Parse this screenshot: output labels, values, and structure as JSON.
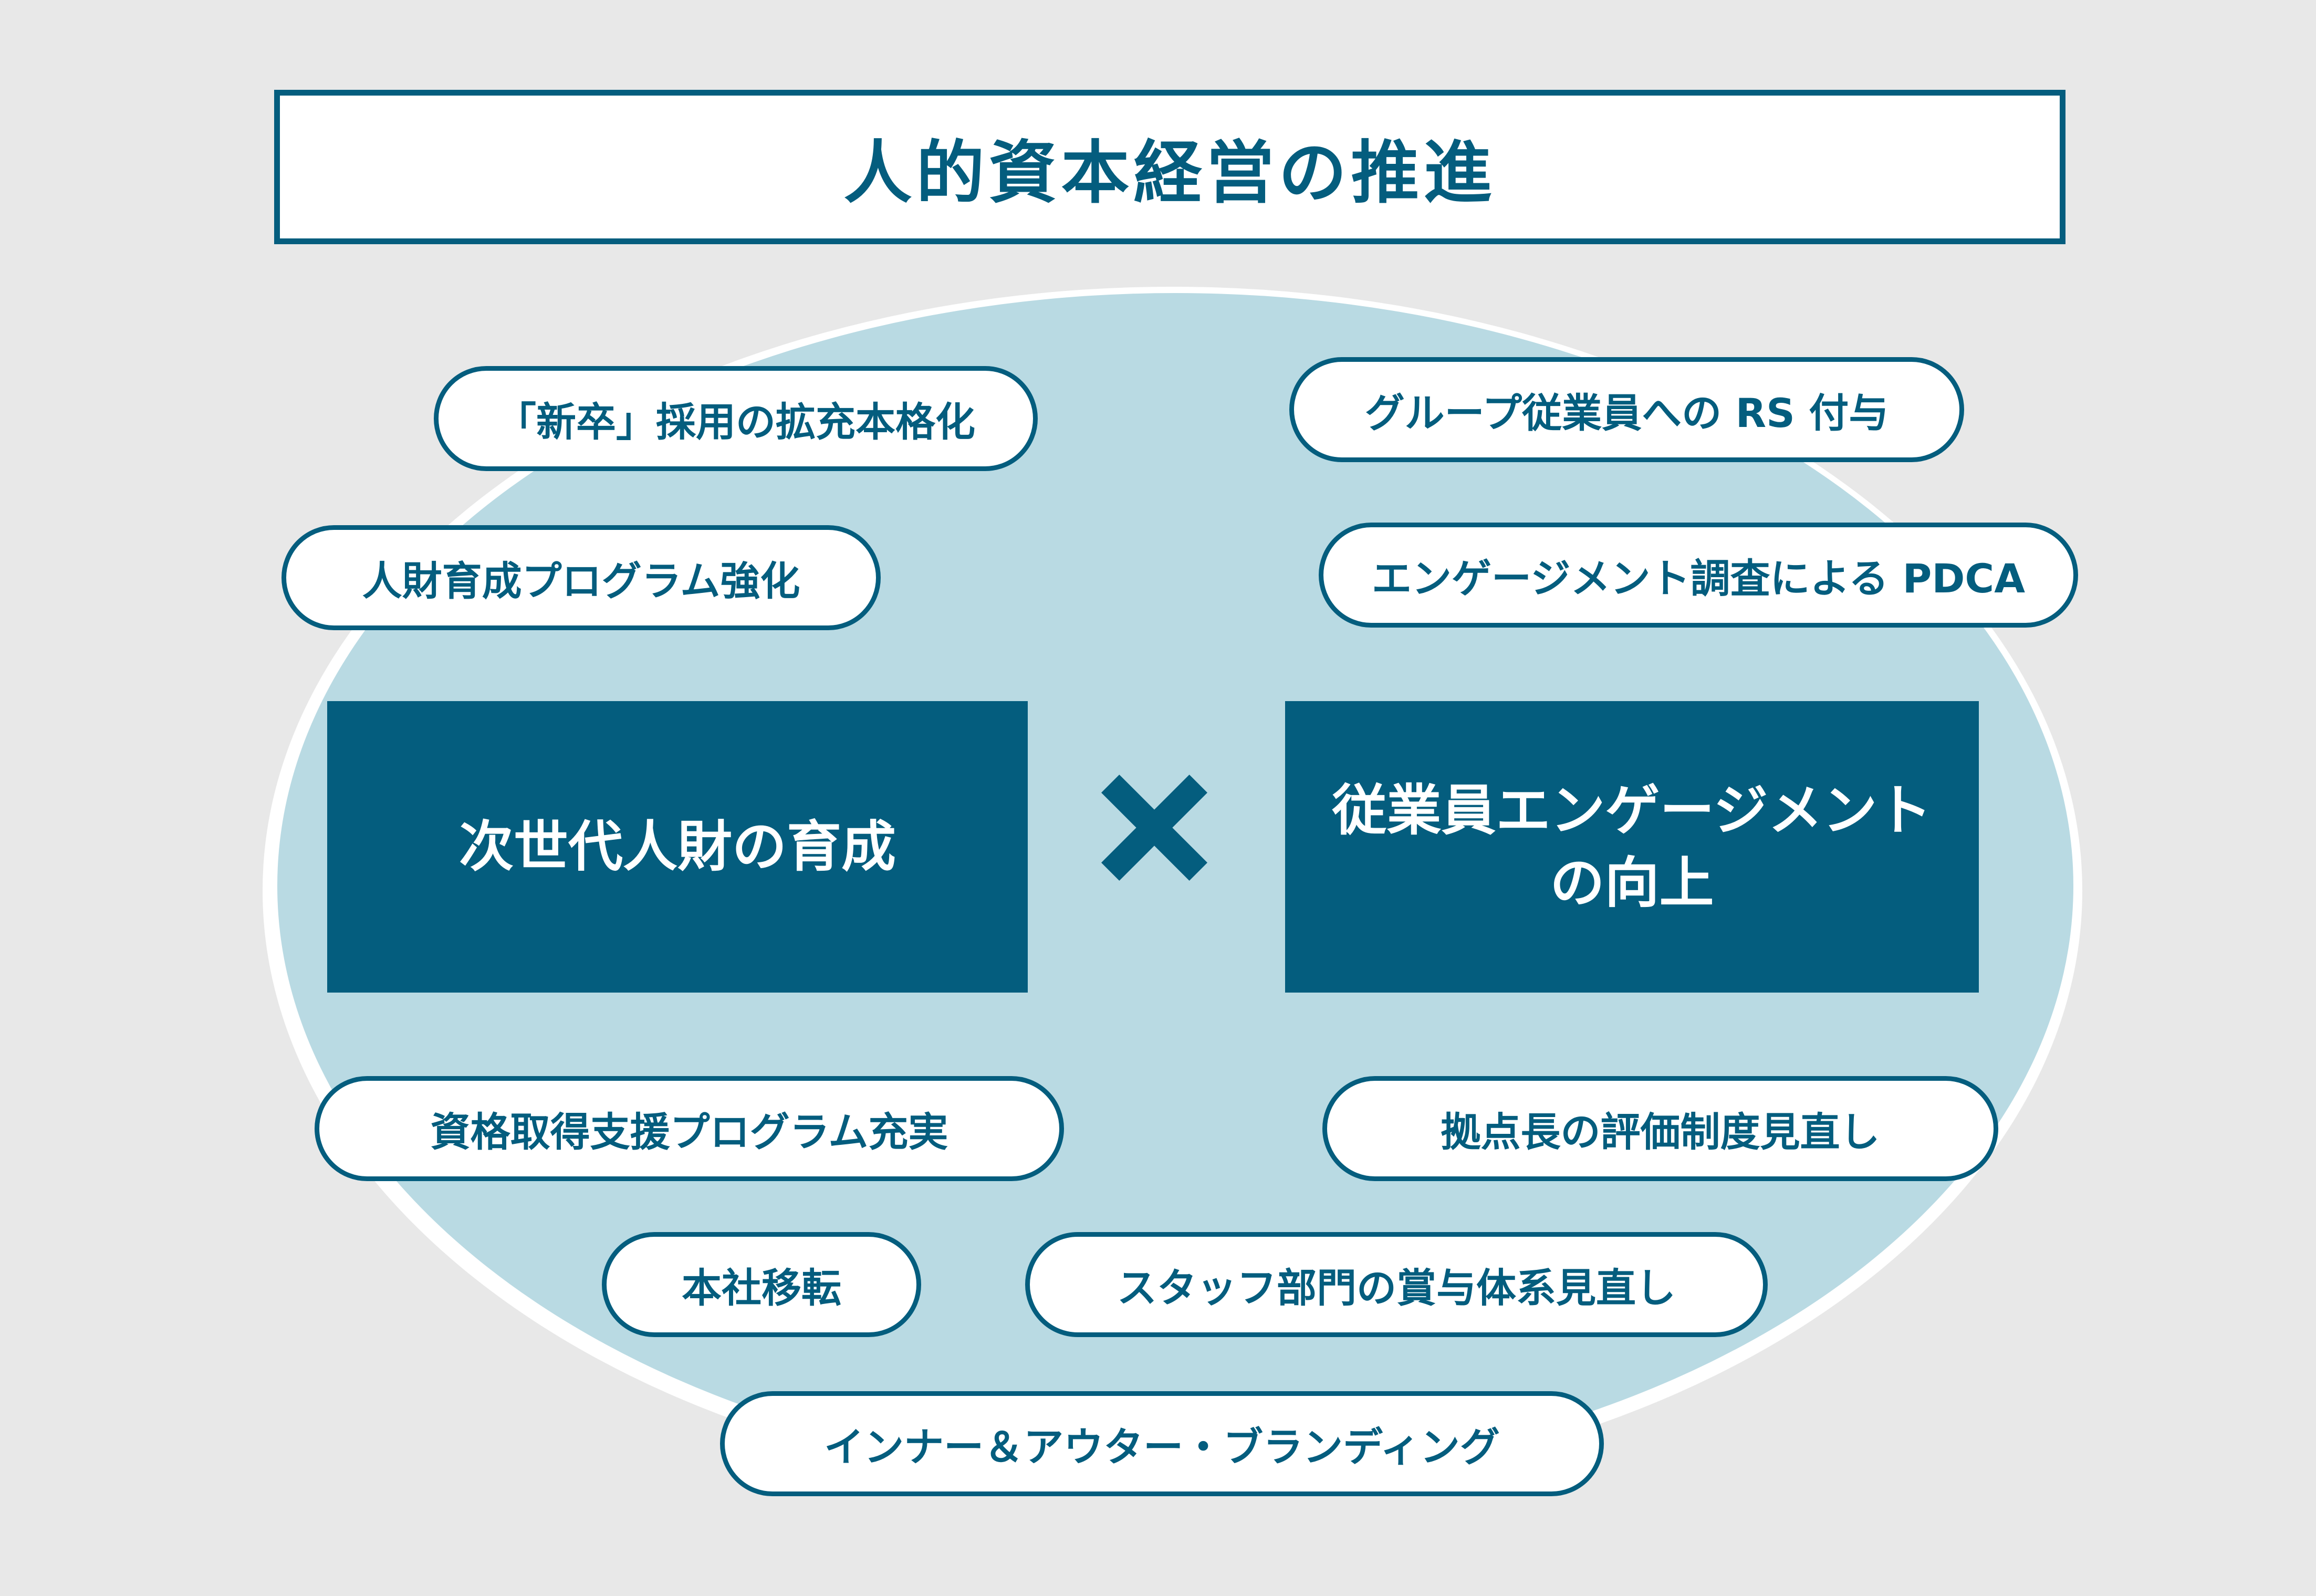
{
  "title": "人的資本経営の推進",
  "colors": {
    "accent_teal": "#045d7e",
    "ellipse_blue": "#b9dae3",
    "background_grey": "#e8e8e8",
    "white": "#ffffff"
  },
  "diagram": {
    "left_box": {
      "label": "次世代人財の育成"
    },
    "right_box": {
      "label": "従業員エンゲージメント\nの向上"
    },
    "cross_symbol": "×",
    "pills": [
      {
        "label": "「新卒」採用の拡充本格化"
      },
      {
        "label": "グループ従業員への RS 付与"
      },
      {
        "label": "人財育成プログラム強化"
      },
      {
        "label": "エンゲージメント調査による PDCA"
      },
      {
        "label": "資格取得支援プログラム充実"
      },
      {
        "label": "拠点長の評価制度見直し"
      },
      {
        "label": "本社移転"
      },
      {
        "label": "スタッフ部門の賞与体系見直し"
      },
      {
        "label": "インナー＆アウター・ブランディング"
      }
    ]
  }
}
